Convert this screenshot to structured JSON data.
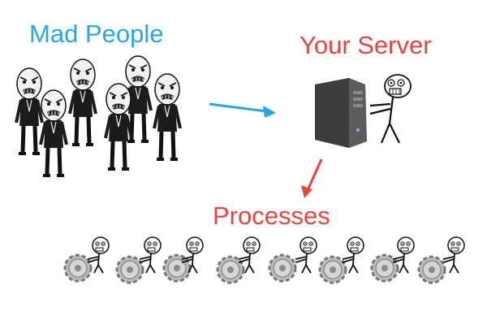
{
  "labels": {
    "mad_people": "Mad People",
    "your_server": "Your Server",
    "processes": "Processes"
  },
  "colors": {
    "mad_people_text": "#2aa5e6",
    "server_text": "#e8443f",
    "processes_text": "#e8443f",
    "arrow_blue": "#2aa5e6",
    "arrow_red": "#e8443f",
    "server_body": "#4a4a4a"
  },
  "icons": {
    "crowd": "angry-stick-figure-icon",
    "server": "server-tower-icon",
    "worker": "stick-figure-pushing-gear-icon"
  }
}
